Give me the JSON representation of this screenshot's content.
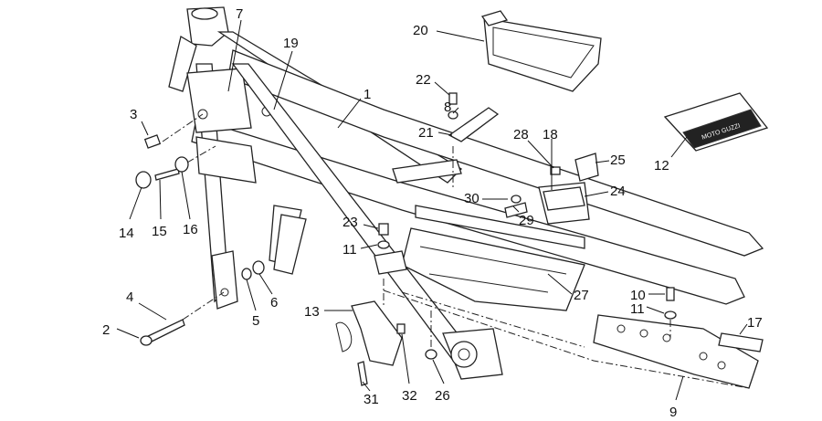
{
  "colors": {
    "line": "#222222",
    "shade": "#d9d9d9",
    "background": "#ffffff"
  },
  "callouts": [
    {
      "id": "1",
      "label": "1"
    },
    {
      "id": "2",
      "label": "2"
    },
    {
      "id": "3",
      "label": "3"
    },
    {
      "id": "4",
      "label": "4"
    },
    {
      "id": "5",
      "label": "5"
    },
    {
      "id": "6",
      "label": "6"
    },
    {
      "id": "7",
      "label": "7"
    },
    {
      "id": "8",
      "label": "8"
    },
    {
      "id": "9",
      "label": "9"
    },
    {
      "id": "10",
      "label": "10"
    },
    {
      "id": "11a",
      "label": "11"
    },
    {
      "id": "11b",
      "label": "11"
    },
    {
      "id": "12",
      "label": "12"
    },
    {
      "id": "13",
      "label": "13"
    },
    {
      "id": "14",
      "label": "14"
    },
    {
      "id": "15",
      "label": "15"
    },
    {
      "id": "16",
      "label": "16"
    },
    {
      "id": "17",
      "label": "17"
    },
    {
      "id": "18",
      "label": "18"
    },
    {
      "id": "19",
      "label": "19"
    },
    {
      "id": "20",
      "label": "20"
    },
    {
      "id": "21",
      "label": "21"
    },
    {
      "id": "22",
      "label": "22"
    },
    {
      "id": "23",
      "label": "23"
    },
    {
      "id": "24",
      "label": "24"
    },
    {
      "id": "25",
      "label": "25"
    },
    {
      "id": "26",
      "label": "26"
    },
    {
      "id": "27",
      "label": "27"
    },
    {
      "id": "28",
      "label": "28"
    },
    {
      "id": "29",
      "label": "29"
    },
    {
      "id": "30",
      "label": "30"
    },
    {
      "id": "31",
      "label": "31"
    },
    {
      "id": "32",
      "label": "32"
    }
  ],
  "decal": {
    "logo_text": "MOTO GUZZI"
  }
}
